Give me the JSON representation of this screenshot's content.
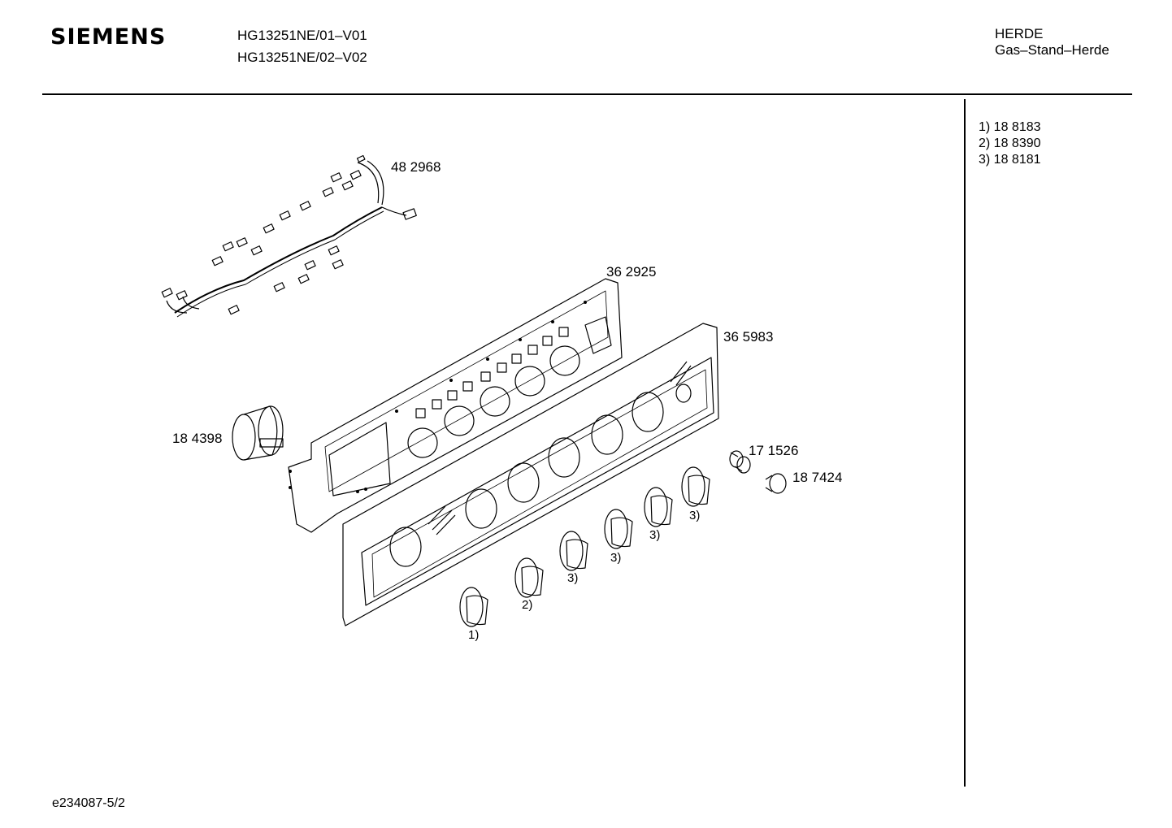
{
  "header": {
    "brand": "SIEMENS",
    "model_lines": [
      "HG13251NE/01–V01",
      "HG13251NE/02–V02"
    ],
    "category": "HERDE",
    "subcategory": "Gas–Stand–Herde"
  },
  "footnotes": [
    "1) 18 8183",
    "2) 18 8390",
    "3) 18 8181"
  ],
  "parts": {
    "wiring_harness": "48 2968",
    "control_panel_frame": "36 2925",
    "fascia_panel": "36 5983",
    "timer": "18 4398",
    "lamp_holder": "17 1526",
    "lamp_lens": "18 7424"
  },
  "knob_refs": [
    "1)",
    "2)",
    "3)",
    "3)",
    "3)",
    "3)"
  ],
  "footer": {
    "document_id": "e234087-5/2"
  }
}
